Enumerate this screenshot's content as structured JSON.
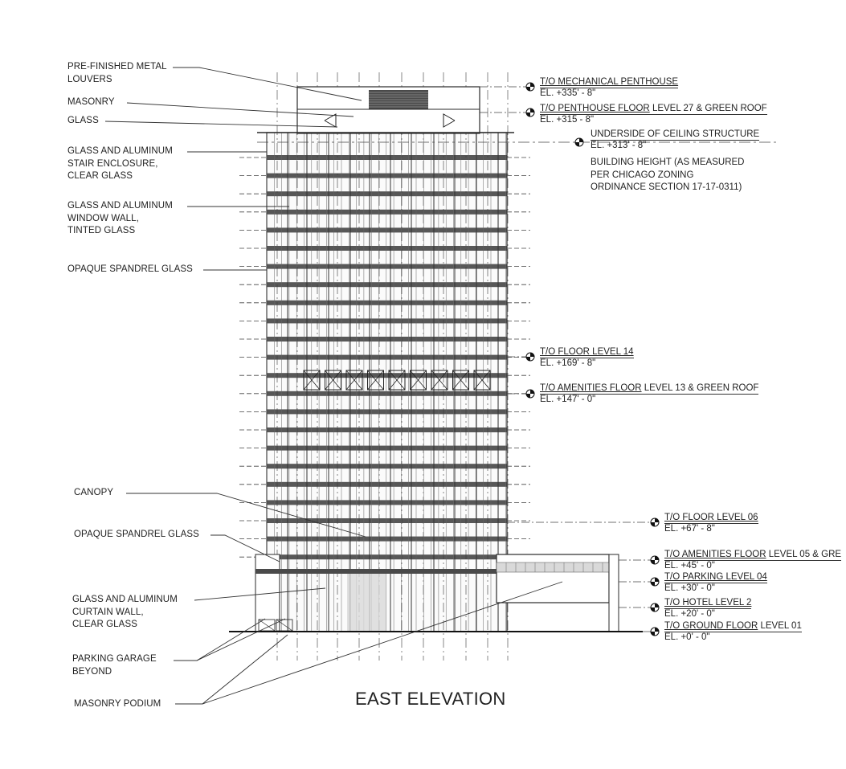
{
  "title": "EAST ELEVATION",
  "left_labels": [
    {
      "id": "louvers",
      "text": "PRE-FINISHED METAL\nLOUVERS"
    },
    {
      "id": "masonry",
      "text": "MASONRY"
    },
    {
      "id": "glass",
      "text": "GLASS"
    },
    {
      "id": "stair",
      "text": "GLASS AND ALUMINUM\nSTAIR ENCLOSURE,\nCLEAR GLASS"
    },
    {
      "id": "windowwall",
      "text": "GLASS AND ALUMINUM\nWINDOW WALL,\nTINTED GLASS"
    },
    {
      "id": "spandrel",
      "text": "OPAQUE SPANDREL GLASS"
    },
    {
      "id": "canopy",
      "text": "CANOPY"
    },
    {
      "id": "spandrel2",
      "text": "OPAQUE SPANDREL GLASS"
    },
    {
      "id": "curtainwall",
      "text": "GLASS AND ALUMINUM\nCURTAIN WALL,\nCLEAR GLASS"
    },
    {
      "id": "garage",
      "text": "PARKING GARAGE\nBEYOND"
    },
    {
      "id": "podium",
      "text": "MASONRY PODIUM"
    }
  ],
  "levels": [
    {
      "id": "mech",
      "prefix": "",
      "underlined": "T/O MECHANICAL PENTHOUSE",
      "suffix": "",
      "elev": "EL. +335' - 8\""
    },
    {
      "id": "penthouse",
      "prefix": "",
      "underlined": "T/O PENTHOUSE FLOOR",
      "suffix": " LEVEL 27 & GREEN ROOF",
      "elev": "EL. +315 - 8\""
    },
    {
      "id": "ceiling",
      "prefix": "UNDERSIDE OF CEILING STRUCTURE",
      "underlined": "",
      "suffix": "",
      "elev": "EL. +313' - 8\""
    },
    {
      "id": "l14",
      "prefix": "",
      "underlined": "T/O FLOOR LEVEL 14",
      "suffix": "",
      "elev": "EL. +169' - 8\""
    },
    {
      "id": "l13",
      "prefix": "",
      "underlined": "T/O AMENITIES FLOOR",
      "suffix": " LEVEL 13 & GREEN ROOF",
      "elev": "EL. +147' - 0\""
    },
    {
      "id": "l06",
      "prefix": "",
      "underlined": "T/O FLOOR LEVEL 06",
      "suffix": "",
      "elev": "EL. +67' - 8\""
    },
    {
      "id": "l05",
      "prefix": "",
      "underlined": "T/O AMENITIES FLOOR",
      "suffix": " LEVEL 05 & GRE",
      "elev": "EL. +45' - 0\""
    },
    {
      "id": "l04",
      "prefix": "",
      "underlined": "T/O PARKING LEVEL 04",
      "suffix": "",
      "elev": "EL. +30' - 0\""
    },
    {
      "id": "l02",
      "prefix": "",
      "underlined": "T/O HOTEL LEVEL 2",
      "suffix": "",
      "elev": "EL. +20' - 0\""
    },
    {
      "id": "l01",
      "prefix": "",
      "underlined": "T/O GROUND FLOOR",
      "suffix": " LEVEL 01",
      "elev": "EL. +0' - 0\""
    }
  ],
  "height_note": "BUILDING HEIGHT (AS MEASURED\nPER CHICAGO ZONING\nORDINANCE SECTION 17-17-0311)",
  "colors": {
    "line": "#2a2a2a",
    "spandrel": "#3a3a3a",
    "glass": "#d9d9d9"
  }
}
